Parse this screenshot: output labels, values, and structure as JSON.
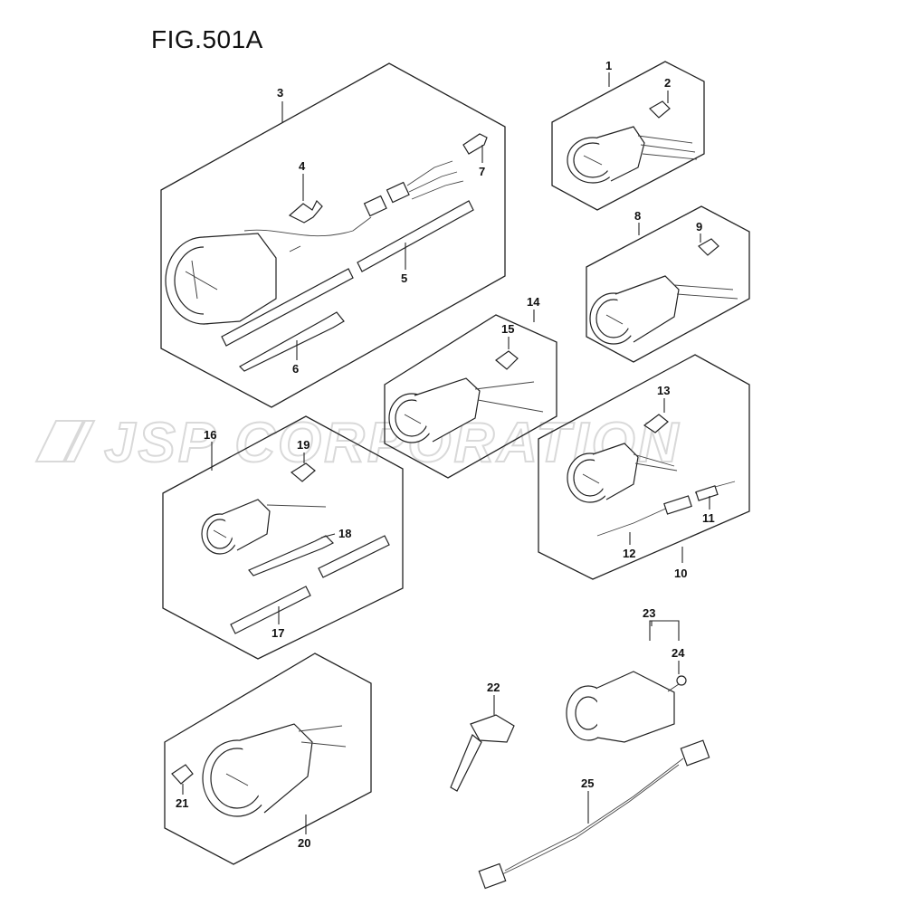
{
  "figure": {
    "title": "FIG.501A"
  },
  "watermark": {
    "text": "JSP CORPORATION"
  },
  "part_numbers": [
    "1",
    "2",
    "3",
    "4",
    "5",
    "6",
    "7",
    "8",
    "9",
    "10",
    "11",
    "12",
    "13",
    "14",
    "15",
    "16",
    "17",
    "18",
    "19",
    "20",
    "21",
    "22",
    "23",
    "24",
    "25"
  ]
}
